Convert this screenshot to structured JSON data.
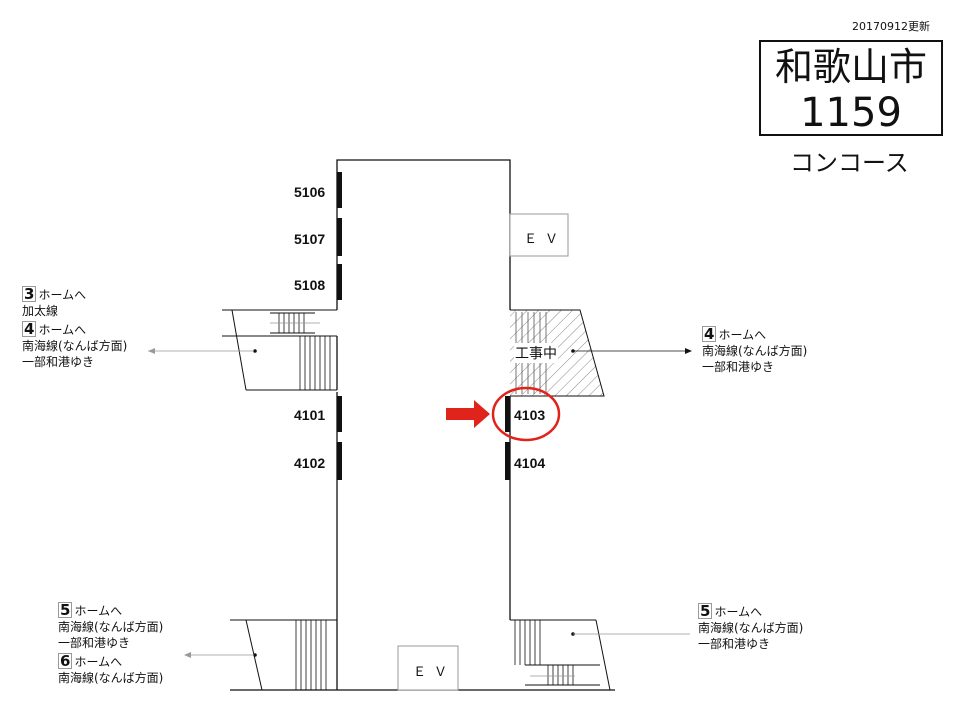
{
  "header": {
    "updated": "20170912更新",
    "station": "和歌山市",
    "code": "1159",
    "area": "コンコース"
  },
  "machines": {
    "m5106": "5106",
    "m5107": "5107",
    "m5108": "5108",
    "m4101": "4101",
    "m4102": "4102",
    "m4103": "4103",
    "m4104": "4104"
  },
  "elevator_label": "ＥＶ",
  "construction_label": "工事中",
  "platforms": {
    "left_upper": {
      "p3_num": "3",
      "p3_suffix": "ホームへ",
      "p3_line": "加太線",
      "p4_num": "4",
      "p4_suffix": "ホームへ",
      "p4_line": "南海線(なんば方面)",
      "p4_note": "一部和港ゆき"
    },
    "right_upper": {
      "num": "4",
      "suffix": "ホームへ",
      "line": "南海線(なんば方面)",
      "note": "一部和港ゆき"
    },
    "left_lower": {
      "p5_num": "5",
      "p5_suffix": "ホームへ",
      "p5_line": "南海線(なんば方面)",
      "p5_note": "一部和港ゆき",
      "p6_num": "6",
      "p6_suffix": "ホームへ",
      "p6_line": "南海線(なんば方面)"
    },
    "right_lower": {
      "num": "5",
      "suffix": "ホームへ",
      "line": "南海線(なんば方面)",
      "note": "一部和港ゆき"
    }
  },
  "highlight": {
    "machine": "4103",
    "circle_color": "#e0231b",
    "arrow_color": "#e0231b"
  }
}
